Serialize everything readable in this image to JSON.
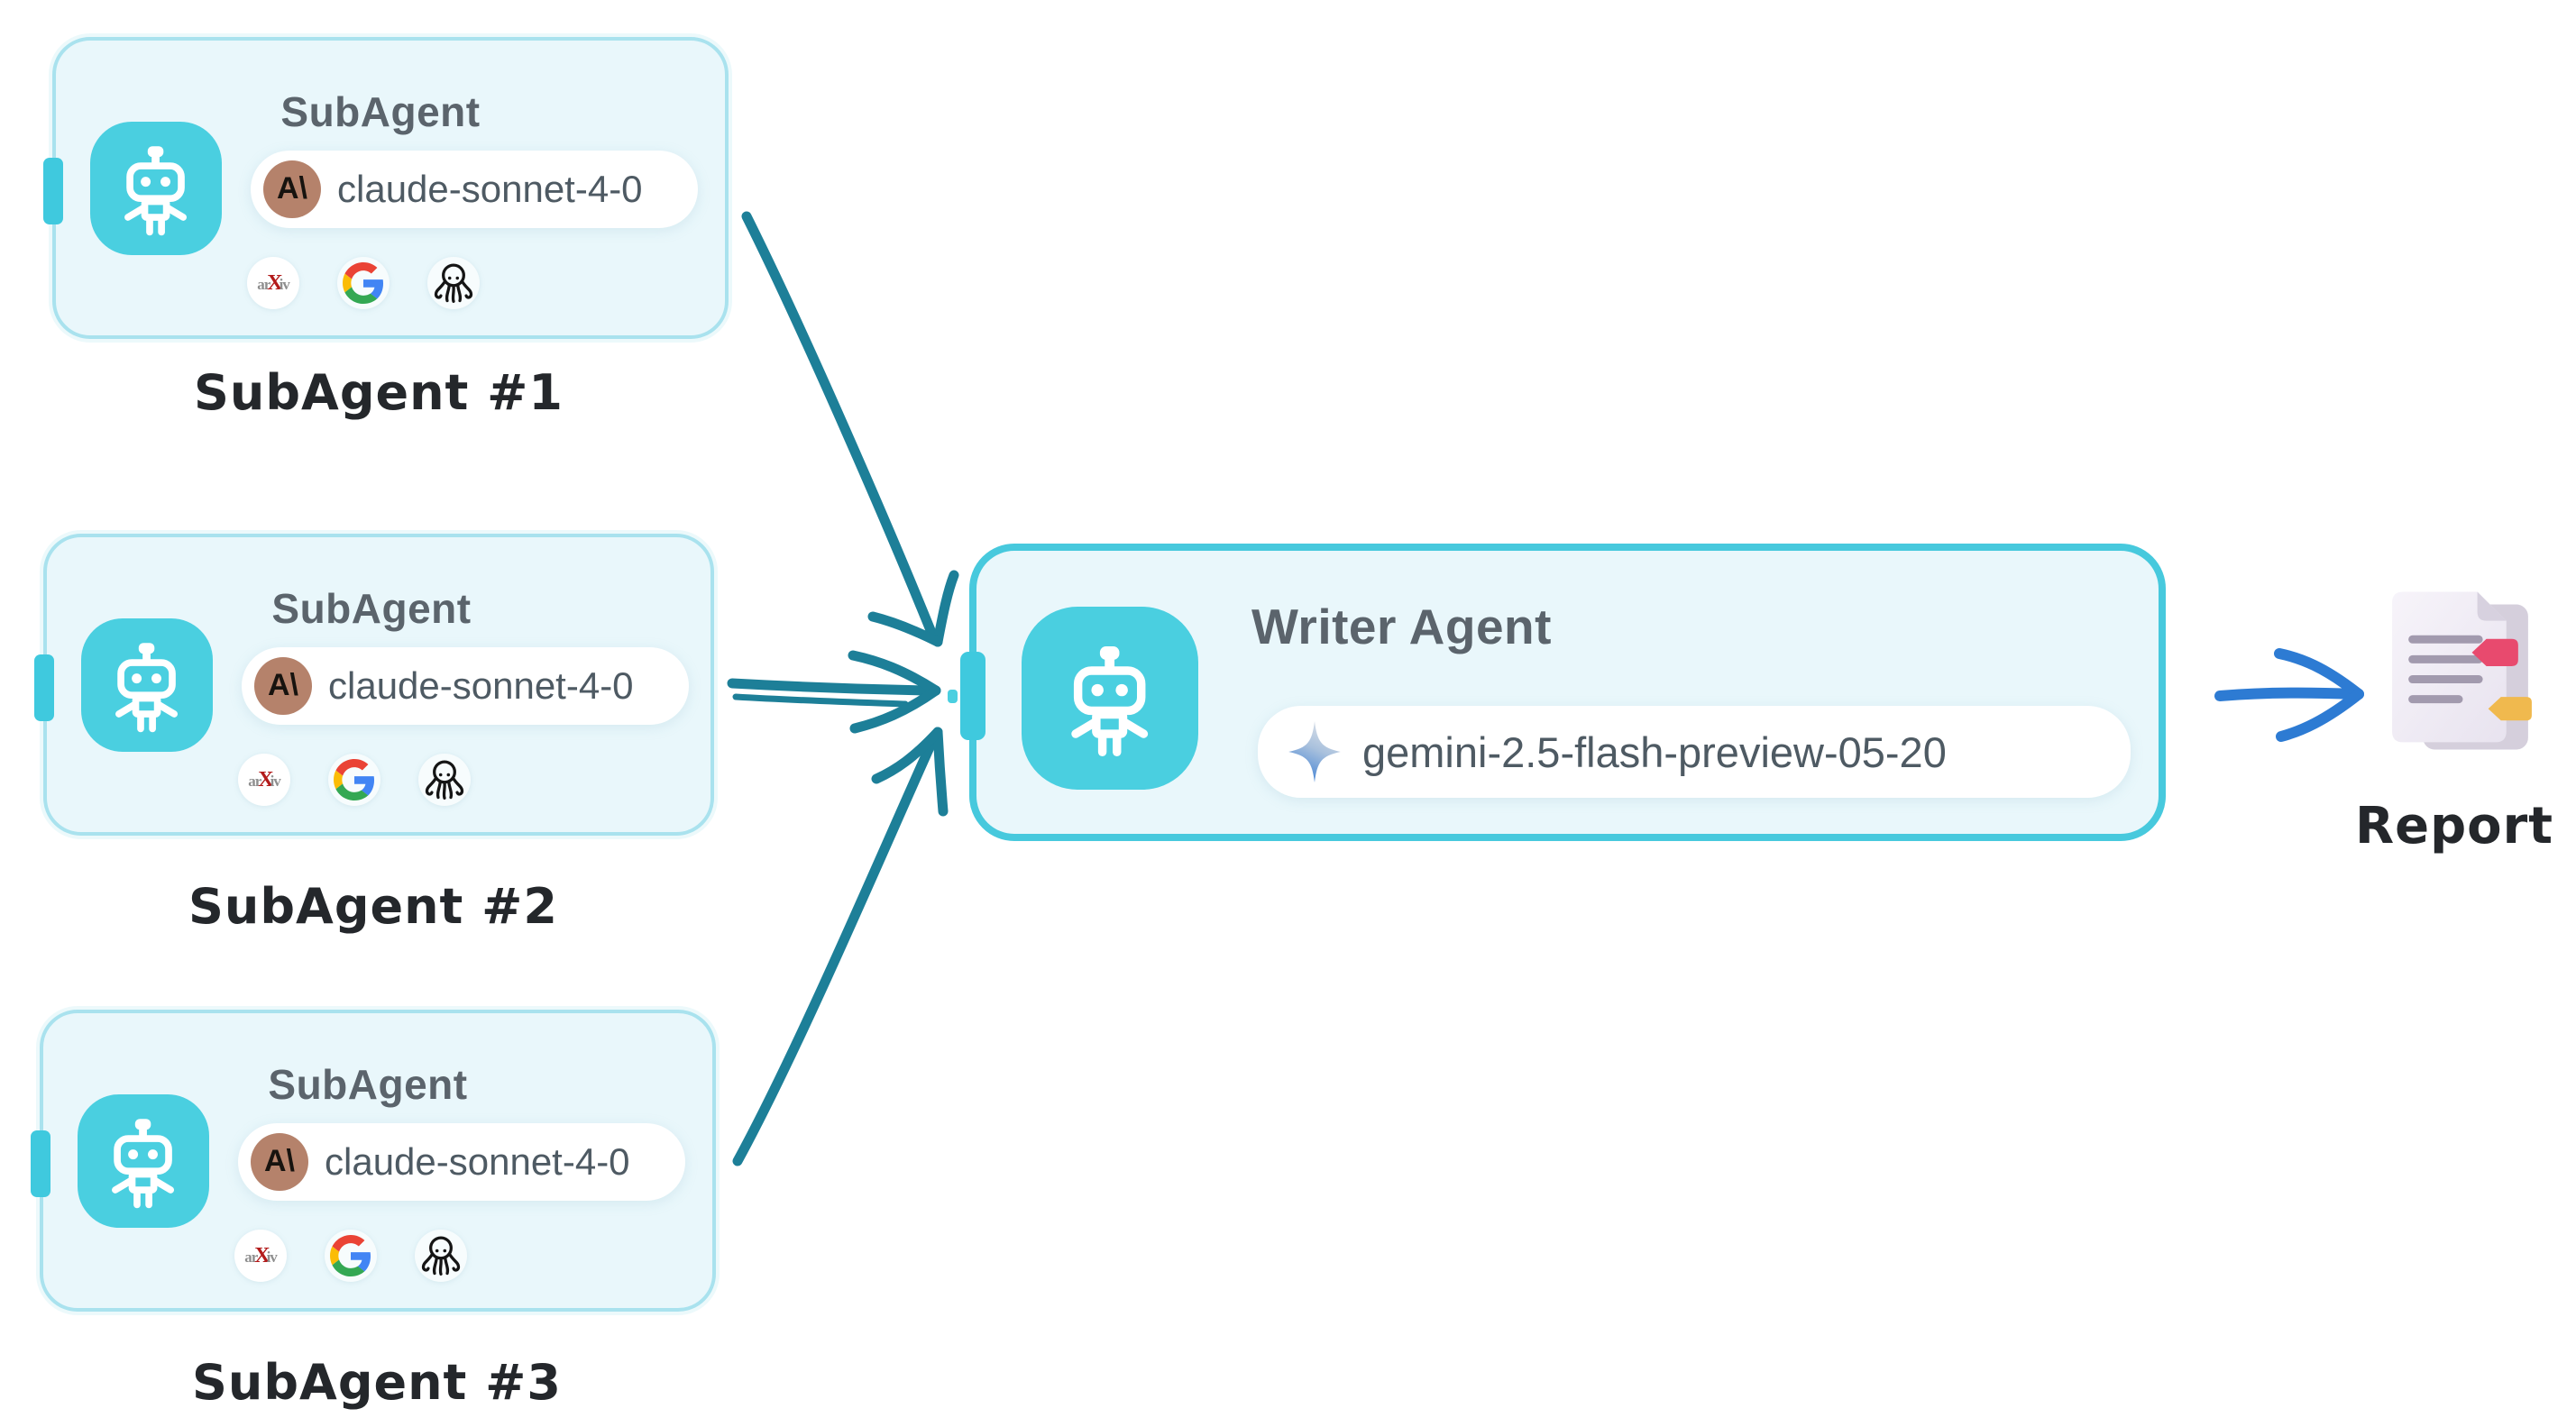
{
  "canvas": {
    "background": "#ffffff"
  },
  "colors": {
    "card_bg": "#e9f7fb",
    "subagent_border": "#a9e2ee",
    "writer_border": "#47c9dd",
    "robot_tile": "#4acfe0",
    "handle": "#3fc9de",
    "teal_edge": "#1d7f98",
    "blue_edge": "#2d7bd3",
    "title_text": "#5b646c",
    "model_text": "#4e5a63",
    "caption_text": "#24272b",
    "anthropic_brown": "#b5826b",
    "arxiv_red": "#b31b1b"
  },
  "subagents": [
    {
      "title": "SubAgent",
      "model": "claude-sonnet-4-0",
      "caption": "SubAgent #1",
      "tools": [
        "arxiv",
        "google",
        "octopus"
      ]
    },
    {
      "title": "SubAgent",
      "model": "claude-sonnet-4-0",
      "caption": "SubAgent #2",
      "tools": [
        "arxiv",
        "google",
        "octopus"
      ]
    },
    {
      "title": "SubAgent",
      "model": "claude-sonnet-4-0",
      "caption": "SubAgent #3",
      "tools": [
        "arxiv",
        "google",
        "octopus"
      ]
    }
  ],
  "writer": {
    "title": "Writer Agent",
    "model": "gemini-2.5-flash-preview-05-20"
  },
  "report": {
    "caption": "Report"
  },
  "icons": {
    "anthropic_mark": "A\\",
    "arxiv": {
      "pre": "ar",
      "x": "X",
      "post": "iv"
    }
  },
  "edges": [
    {
      "from": "subagent-1",
      "to": "writer-agent",
      "color": "#1d7f98"
    },
    {
      "from": "subagent-2",
      "to": "writer-agent",
      "color": "#1d7f98"
    },
    {
      "from": "subagent-3",
      "to": "writer-agent",
      "color": "#1d7f98"
    },
    {
      "from": "writer-agent",
      "to": "report",
      "color": "#2d7bd3"
    }
  ]
}
